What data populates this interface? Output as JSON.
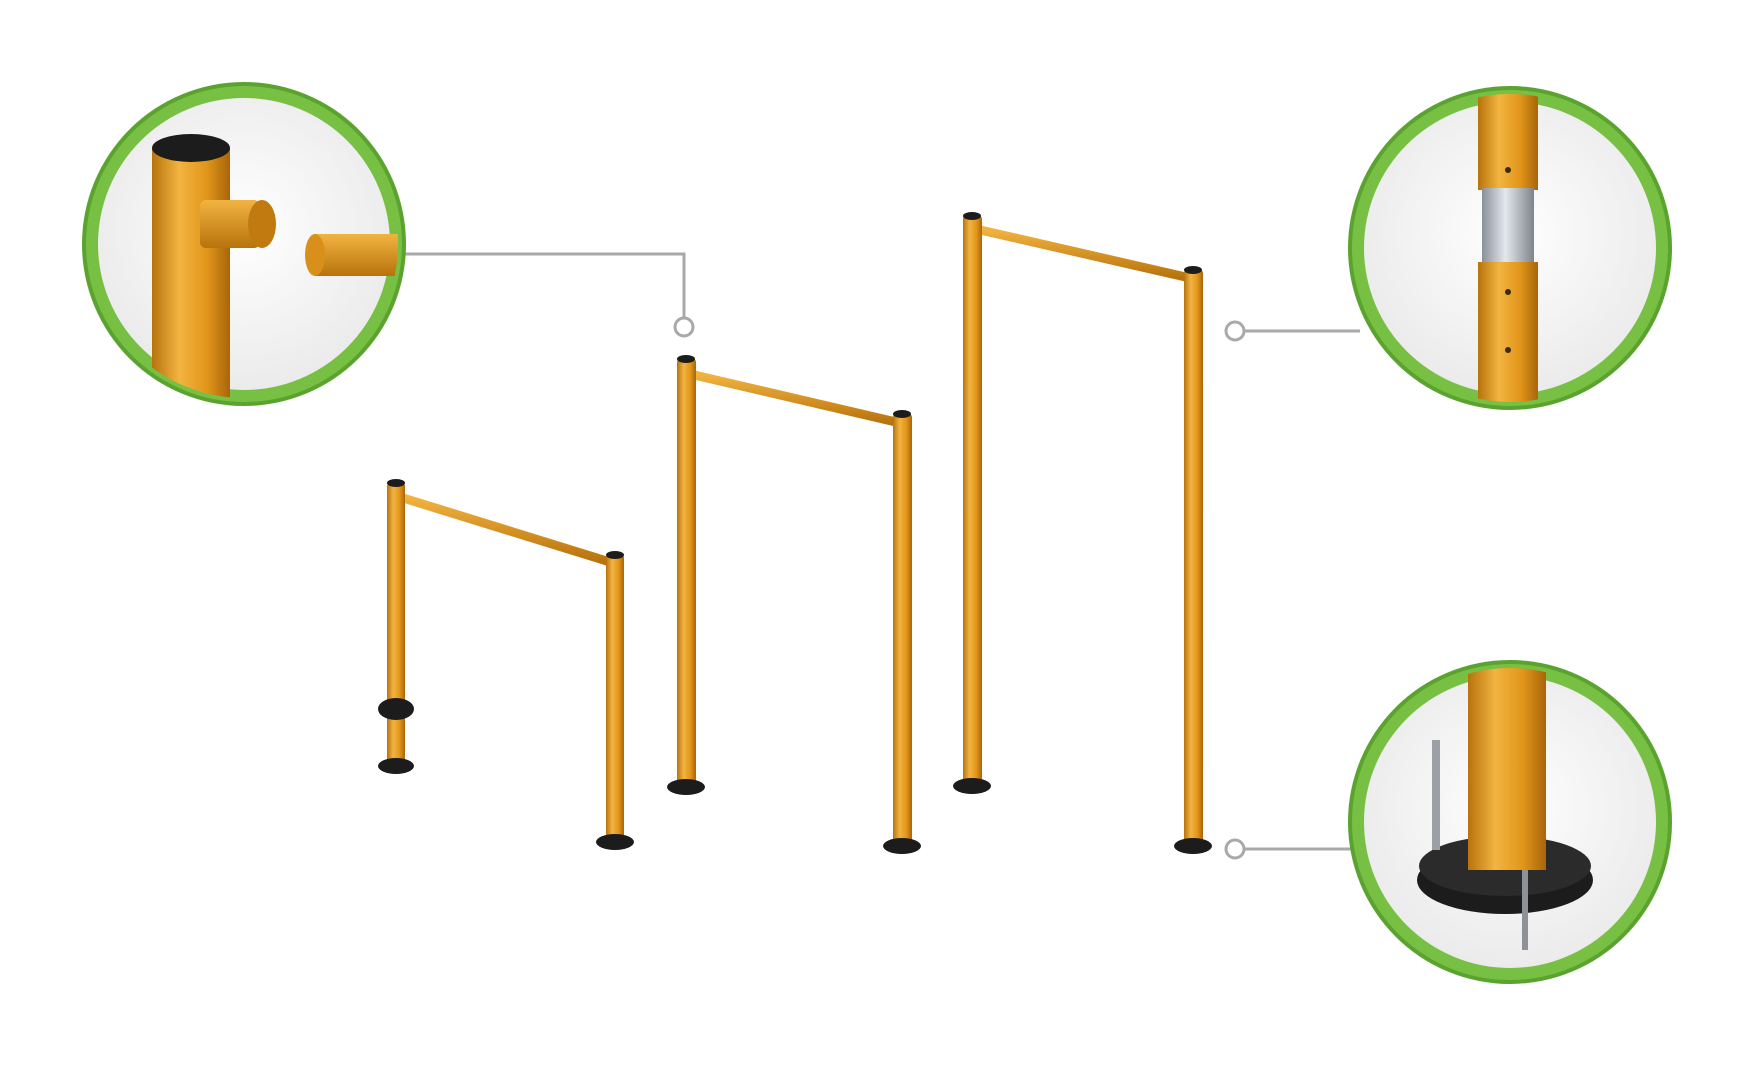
{
  "colors": {
    "background": "#ffffff",
    "post": "#e2961a",
    "post_dark": "#b8730c",
    "post_light": "#f2b441",
    "ring": "#78c043",
    "ring_dark": "#5aa32e",
    "callout_line": "#a9a9a9",
    "foot": "#1c1c1c",
    "sleeve": "#c9ced3"
  },
  "diagram": {
    "frames": [
      {
        "name": "short-frame",
        "detail": "with-mid-collar-and-base"
      },
      {
        "name": "medium-frame",
        "detail": "extended-post-joint"
      },
      {
        "name": "tall-frame",
        "detail": "extended-post-joint"
      }
    ],
    "callouts": [
      {
        "name": "tee-connector-detail",
        "depicts": "post-top-with-tee-connector-and-rail-end"
      },
      {
        "name": "post-splice-sleeve-detail",
        "depicts": "post-joined-by-internal-sleeve-with-screws"
      },
      {
        "name": "anchor-base-detail",
        "depicts": "post-base-with-anchor-bolts"
      }
    ]
  }
}
